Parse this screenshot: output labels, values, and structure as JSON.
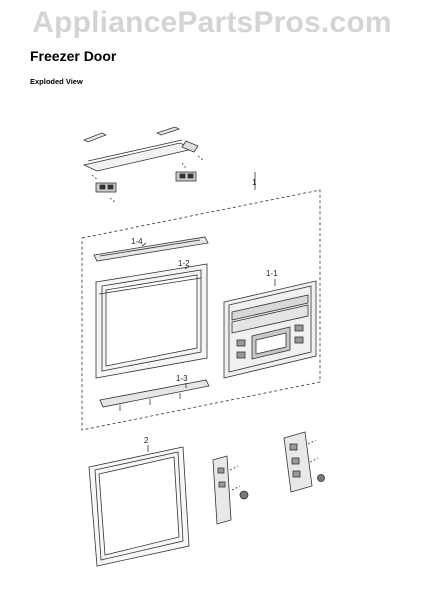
{
  "watermark": "AppliancePartsPros.com",
  "title": "Freezer Door",
  "subtitle": "Exploded View",
  "callouts": {
    "c1": "1",
    "c1_1": "1-1",
    "c1_2": "1-2",
    "c1_3": "1-3",
    "c1_4": "1-4",
    "c2": "2"
  }
}
